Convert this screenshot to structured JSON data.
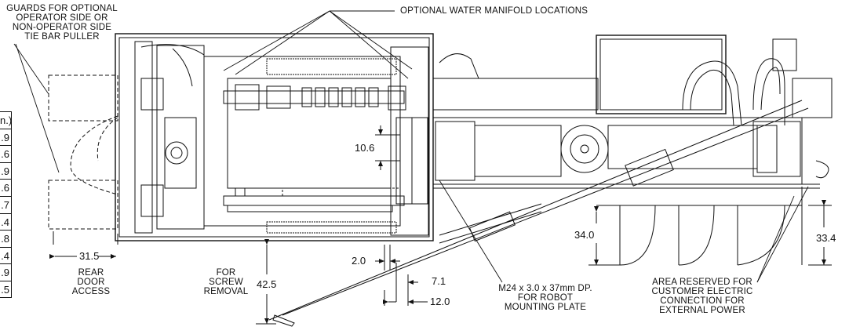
{
  "labels": {
    "guards": [
      "GUARDS FOR OPTIONAL",
      "OPERATOR SIDE OR",
      "NON-OPERATOR SIDE",
      "TIE BAR PULLER"
    ],
    "water_manifold": "OPTIONAL WATER MANIFOLD LOCATIONS",
    "rear_door": [
      "REAR",
      "DOOR",
      "ACCESS"
    ],
    "screw_removal": [
      "FOR",
      "SCREW",
      "REMOVAL"
    ],
    "robot_mount": [
      "M24 x 3.0 x 37mm DP.",
      "FOR ROBOT",
      "MOUNTING PLATE"
    ],
    "area_reserved": [
      "AREA RESERVED FOR",
      "CUSTOMER ELECTRIC",
      "CONNECTION FOR",
      "EXTERNAL POWER"
    ]
  },
  "dimensions": {
    "d_31_5": "31.5",
    "d_10_6": "10.6",
    "d_42_5": "42.5",
    "d_2_0": "2.0",
    "d_7_1": "7.1",
    "d_12_0": "12.0",
    "d_34_0": "34.0",
    "d_33_4": "33.4"
  },
  "side_table": {
    "header": "n.)",
    "cells": [
      ".9",
      ".6",
      ".9",
      ".6",
      ".7",
      ".4",
      ".8",
      ".4",
      ".9",
      ".5"
    ]
  }
}
